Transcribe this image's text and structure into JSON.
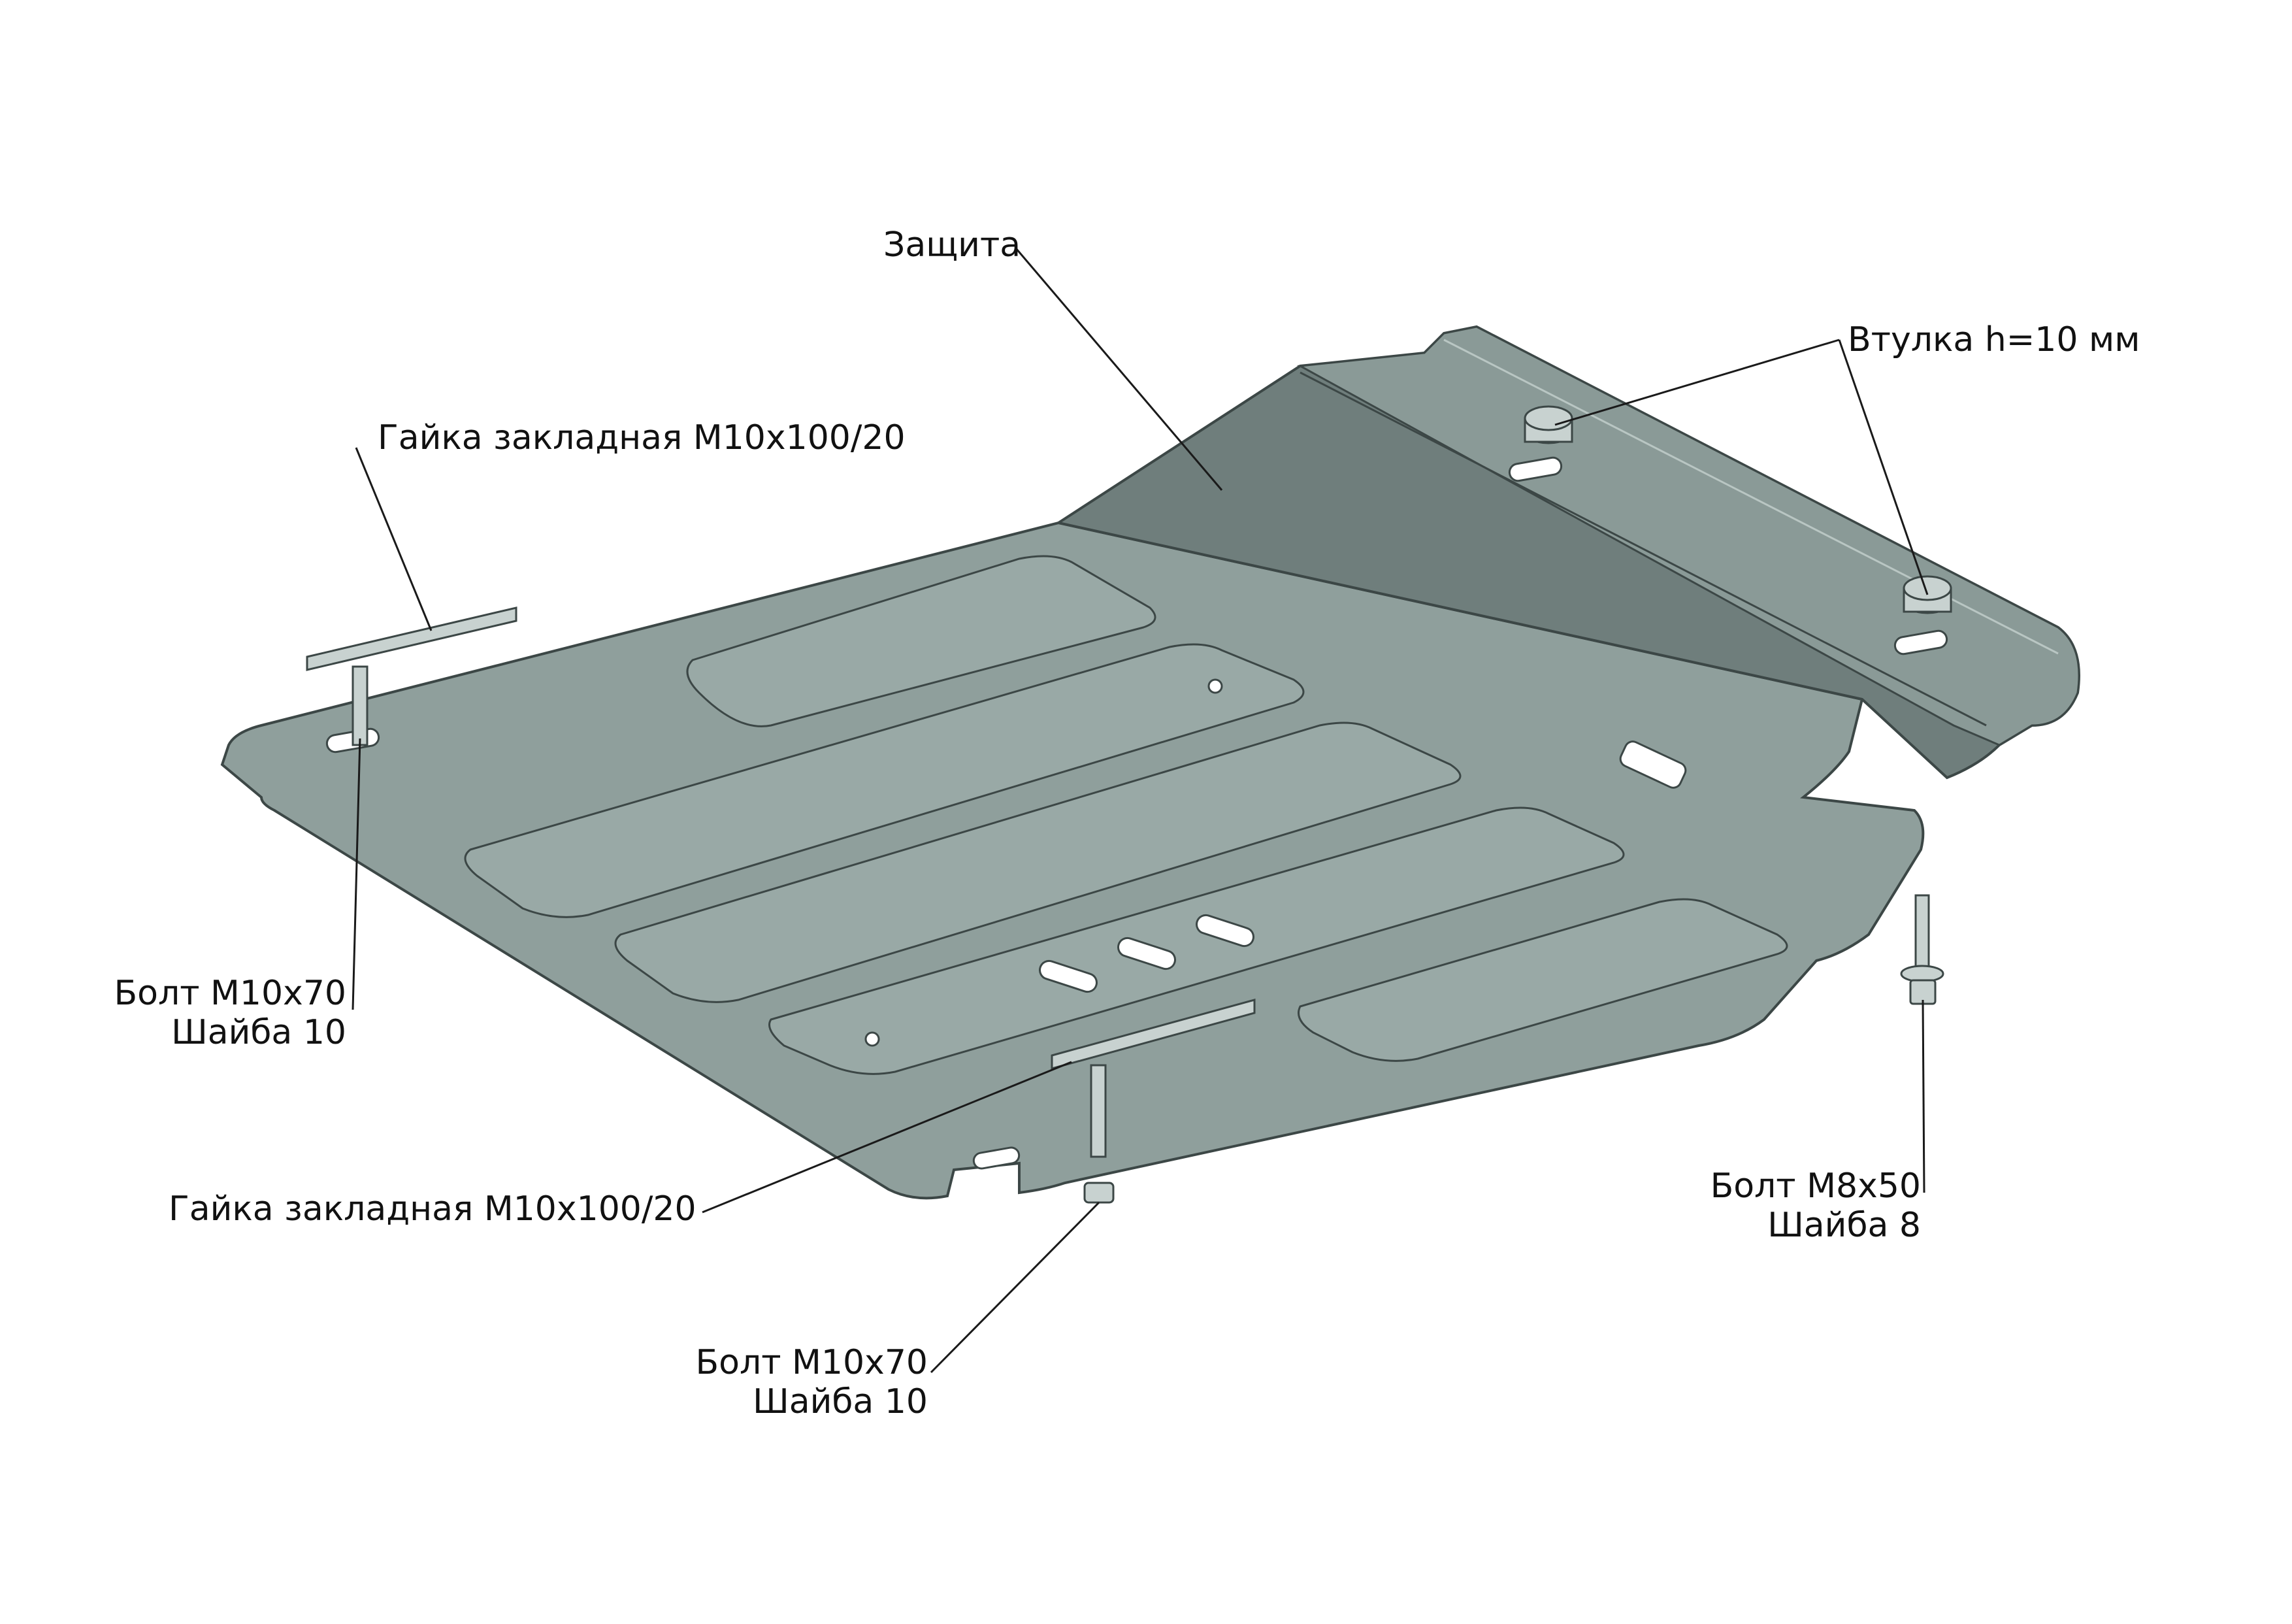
{
  "labels": {
    "shield": "Защита",
    "bushing": "Втулка h=10 мм",
    "nut_top": "Гайка закладная М10х100/20",
    "nut_bottom": "Гайка закладная М10х100/20",
    "bolt_left": {
      "line1": "Болт М10х70",
      "line2": "Шайба 10"
    },
    "bolt_bottom": {
      "line1": "Болт М10х70",
      "line2": "Шайба 10"
    },
    "bolt_right": {
      "line1": "Болт М8х50",
      "line2": "Шайба 8"
    }
  },
  "colors": {
    "plate_light": "#8f9f9c",
    "plate_dark": "#6f7e7c",
    "edge": "#3c4746",
    "highlight": "#b9c6c3",
    "hardware": "#c8d2d0",
    "leader": "#1a1a1a",
    "text": "#111111"
  }
}
